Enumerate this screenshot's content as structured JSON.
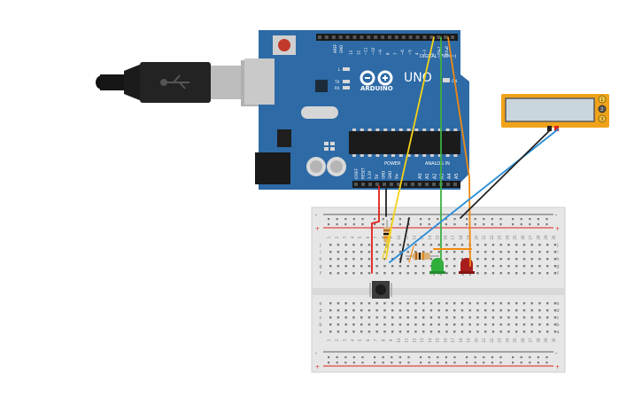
{
  "arduino": {
    "brand": "ARDUINO",
    "model": "UNO",
    "digital_header": "DIGITAL (PWM~)",
    "power_label": "POWER",
    "analog_label": "ANALOG IN",
    "aref": "AREF",
    "gnd": "GND",
    "digital_pins": [
      "13",
      "12",
      "~11",
      "~10",
      "~9",
      "8",
      "7",
      "~6",
      "~5",
      "4",
      "~3",
      "2",
      "TX▸1",
      "RX◂0"
    ],
    "power_pins": [
      "IOREF",
      "RESET",
      "3.3V",
      "5V",
      "GND",
      "GND",
      "Vin"
    ],
    "analog_pins": [
      "A0",
      "A1",
      "A2",
      "A3",
      "A4",
      "A5"
    ],
    "led_l": "L",
    "led_tx": "TX",
    "led_rx": "RX",
    "on_label": "ON"
  },
  "breadboard": {
    "row_letters_top": [
      "j",
      "i",
      "h",
      "g",
      "f"
    ],
    "row_letters_bottom": [
      "e",
      "d",
      "c",
      "b",
      "a"
    ],
    "plus": "+",
    "minus": "-",
    "columns": 30
  },
  "lcd": {
    "pins": [
      "1",
      "2",
      "3"
    ]
  },
  "colors": {
    "board": "#2d6aa6",
    "board_dark": "#1f4f80",
    "wire_red": "#e0201b",
    "wire_black": "#222222",
    "wire_yellow": "#f5d218",
    "wire_green": "#3cb043",
    "wire_orange": "#f08a12",
    "wire_blue": "#2b8ed8",
    "led_green": "#2fae3b",
    "led_red": "#a81e1e",
    "lcd_frame": "#f0a31a",
    "lcd_screen": "#c9d6dc"
  }
}
